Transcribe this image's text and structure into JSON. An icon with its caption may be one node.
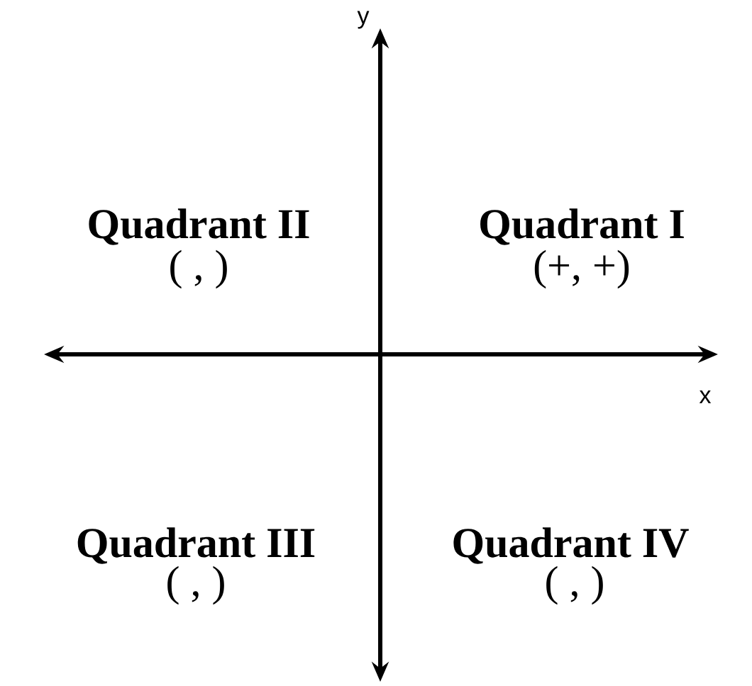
{
  "diagram": {
    "labels": [
      "y",
      "Quadrant II",
      "Quadrant I",
      "( , )",
      "(+, +)",
      "x",
      "Quadrant III",
      "Quadrant IV",
      "( , )",
      "( , )"
    ]
  }
}
